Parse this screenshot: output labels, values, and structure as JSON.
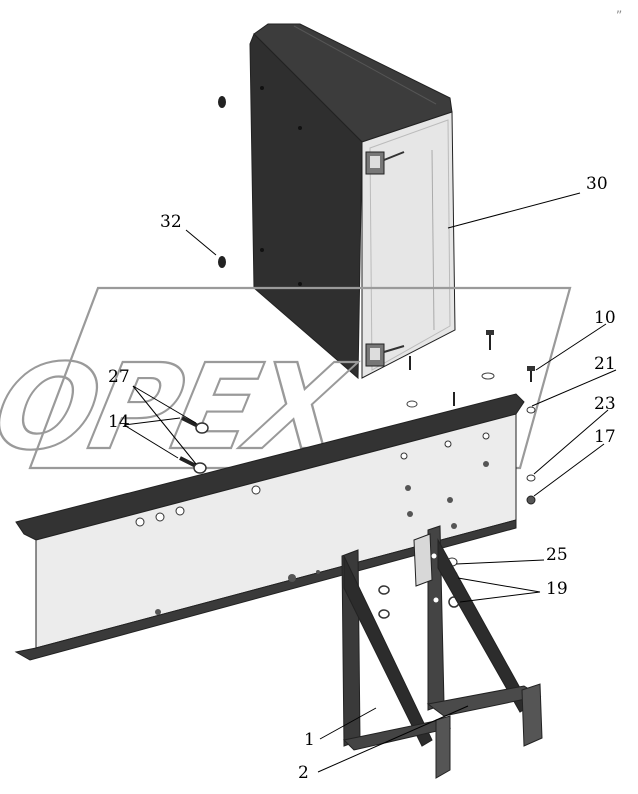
{
  "corner_mark": "„",
  "watermark": {
    "text": "OPEX"
  },
  "callouts": [
    {
      "id": "30",
      "text": "30"
    },
    {
      "id": "32",
      "text": "32"
    },
    {
      "id": "10",
      "text": "10"
    },
    {
      "id": "21",
      "text": "21"
    },
    {
      "id": "27",
      "text": "27"
    },
    {
      "id": "23",
      "text": "23"
    },
    {
      "id": "14",
      "text": "14"
    },
    {
      "id": "17",
      "text": "17"
    },
    {
      "id": "25",
      "text": "25"
    },
    {
      "id": "19",
      "text": "19"
    },
    {
      "id": "1",
      "text": "1"
    },
    {
      "id": "2",
      "text": "2"
    }
  ]
}
